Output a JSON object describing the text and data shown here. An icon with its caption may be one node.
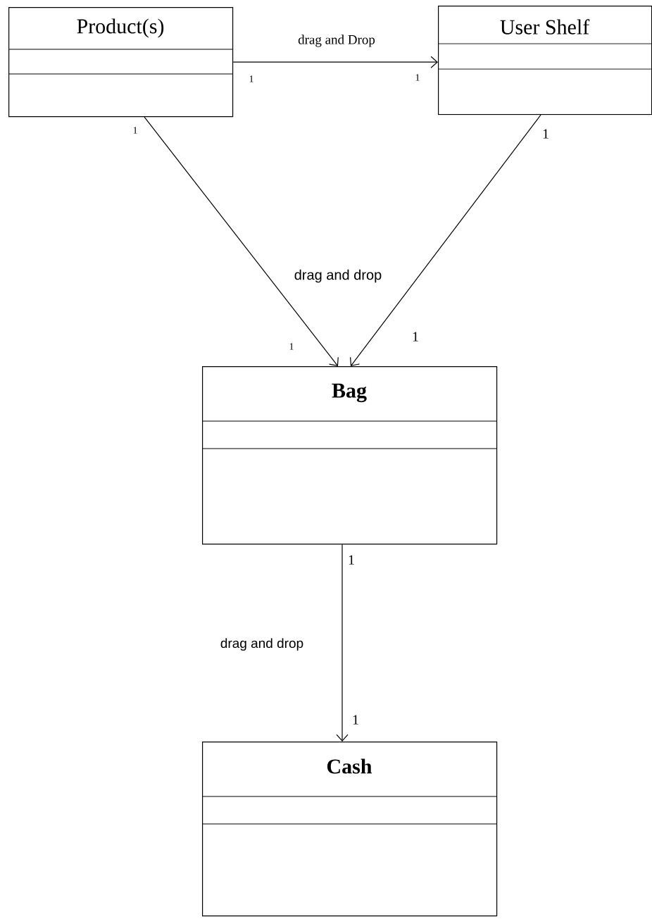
{
  "diagram": {
    "nodes": [
      {
        "text": [
          "Product(s)"
        ]
      },
      {
        "text": [
          "User Shelf"
        ]
      },
      {
        "text": [
          "Bag"
        ]
      },
      {
        "text": [
          "Cash"
        ]
      }
    ],
    "edges": [
      {
        "from": 0,
        "to": 1,
        "arrow": "to",
        "label": "drag and Drop"
      },
      {
        "from": 0,
        "to": 2,
        "arrow": "to"
      },
      {
        "from": 1,
        "to": 2,
        "arrow": "to"
      },
      {
        "from": 2,
        "to": 3,
        "arrow": "to",
        "label": "drag and drop"
      }
    ],
    "labels": [
      "1",
      "1",
      "1",
      "1",
      "drag and drop",
      "1",
      "1",
      "1",
      "1"
    ]
  }
}
